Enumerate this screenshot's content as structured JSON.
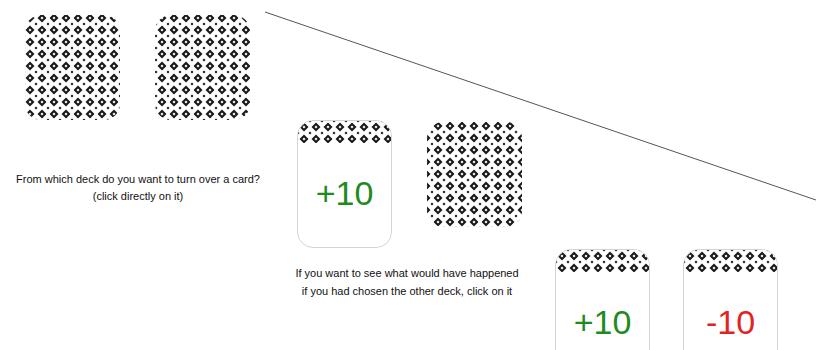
{
  "diagram": {
    "nodes": [
      {
        "text": [
          "+10"
        ]
      },
      {
        "text": [
          "+10"
        ]
      },
      {
        "text": [
          "-10"
        ]
      }
    ],
    "labels": [
      "From which deck do you want to turn over a card?",
      "(click directly on it)",
      "If you want to see what would have happened if you had chosen the other deck, click on it"
    ]
  }
}
